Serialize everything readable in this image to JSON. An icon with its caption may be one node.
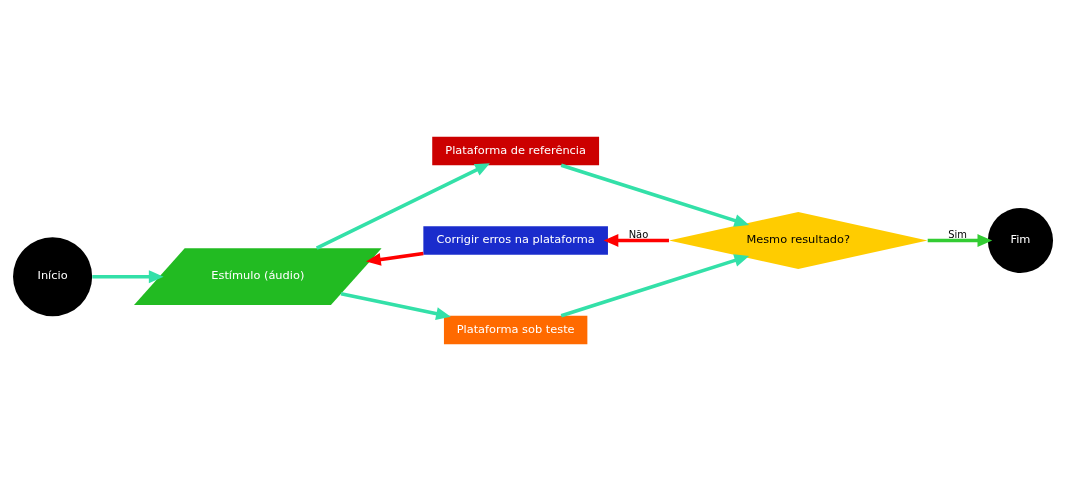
{
  "diagram": {
    "nodes": [
      {
        "text": [
          "Início"
        ]
      },
      {
        "text": [
          "Estímulo (áudio)"
        ]
      },
      {
        "text": [
          "Plataforma de referência"
        ]
      },
      {
        "text": [
          "Plataforma sob teste"
        ]
      },
      {
        "text": [
          "Mesmo resultado?"
        ]
      },
      {
        "text": [
          "Corrigir erros na plataforma"
        ]
      },
      {
        "text": [
          "Fim"
        ]
      }
    ],
    "edges": [
      {
        "from": 0,
        "to": 1,
        "arrow": "to"
      },
      {
        "from": 1,
        "to": 2,
        "arrow": "to"
      },
      {
        "from": 1,
        "to": 3,
        "arrow": "to"
      },
      {
        "from": 2,
        "to": 4,
        "arrow": "to"
      },
      {
        "from": 3,
        "to": 4,
        "arrow": "to"
      },
      {
        "from": 4,
        "to": 5,
        "arrow": "to",
        "label": "Não",
        "color": "#ff0000"
      },
      {
        "from": 5,
        "to": 1,
        "arrow": "to",
        "color": "#ff0000"
      },
      {
        "from": 4,
        "to": 6,
        "arrow": "to",
        "label": "Sim",
        "color": "#33cc33"
      }
    ]
  }
}
